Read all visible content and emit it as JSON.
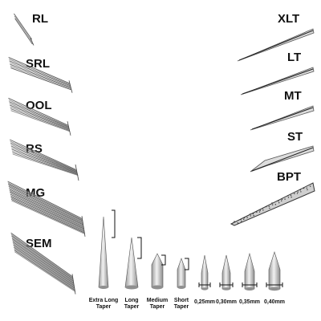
{
  "needle_groups": [
    {
      "label": "RL"
    },
    {
      "label": "SRL"
    },
    {
      "label": "OOL"
    },
    {
      "label": "RS"
    },
    {
      "label": "MG"
    },
    {
      "label": "SEM"
    }
  ],
  "point_types": [
    {
      "label": "XLT"
    },
    {
      "label": "LT"
    },
    {
      "label": "MT"
    },
    {
      "label": "ST"
    },
    {
      "label": "BPT"
    }
  ],
  "tapers": [
    {
      "label_1": "Extra Long",
      "label_2": "Taper"
    },
    {
      "label_1": "Long",
      "label_2": "Taper"
    },
    {
      "label_1": "Medium",
      "label_2": "Taper"
    },
    {
      "label_1": "Short",
      "label_2": "Taper"
    }
  ],
  "diameters": [
    {
      "label": "0,25mm"
    },
    {
      "label": "0,30mm"
    },
    {
      "label": "0,35mm"
    },
    {
      "label": "0,40mm"
    }
  ],
  "colors": {
    "ink": "#111111",
    "needle_line": "#777777",
    "needle_fill": "#d9d9d9",
    "shade": "#a8a8a8"
  }
}
